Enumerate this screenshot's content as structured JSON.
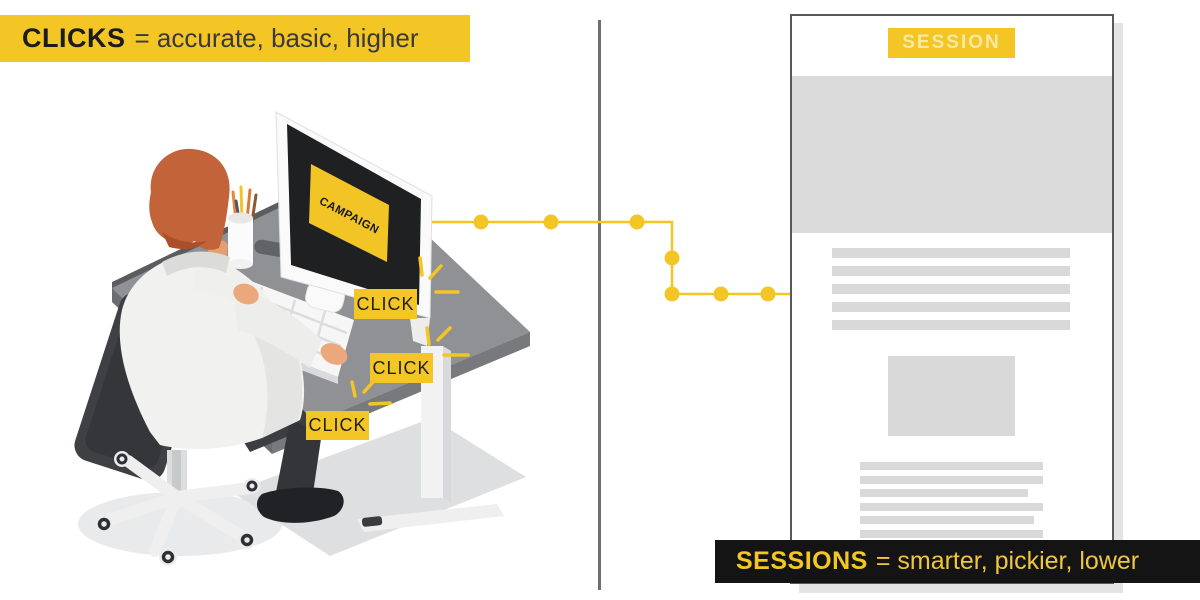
{
  "header_banner": {
    "term": "CLICKS",
    "rest": "= accurate, basic, higher"
  },
  "footer_banner": {
    "term": "SESSIONS",
    "rest": "= smarter, pickier, lower"
  },
  "monitor": {
    "screen_label": "CAMPAIGN"
  },
  "click_labels": [
    "CLICK",
    "CLICK",
    "CLICK"
  ],
  "session_page": {
    "badge_label": "SESSION"
  },
  "colors": {
    "accent_yellow": "#F3C525",
    "banner_black": "#141414",
    "divider_gray": "#6E6F71",
    "page_border_gray": "#58595B",
    "placeholder_gray": "#D9D9D9",
    "badge_text_pale_yellow": "#F9E8A3"
  }
}
